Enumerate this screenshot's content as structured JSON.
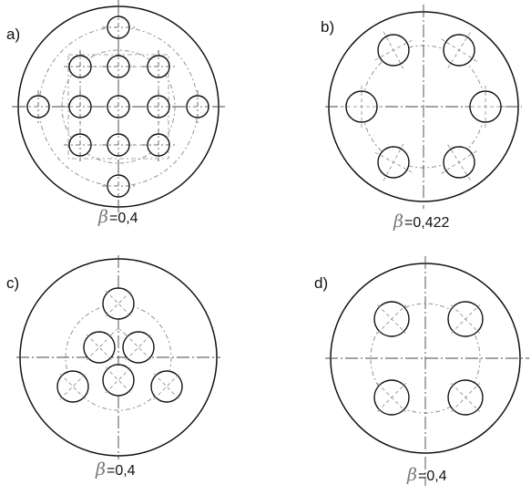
{
  "panels": [
    {
      "label": "a)",
      "beta_symbol": "β",
      "beta_value": "=0,4"
    },
    {
      "label": "b)",
      "beta_symbol": "β",
      "beta_value": "=0,422"
    },
    {
      "label": "c)",
      "beta_symbol": "β",
      "beta_value": "=0,4"
    },
    {
      "label": "d)",
      "beta_symbol": "β",
      "beta_value": "=0,4"
    }
  ],
  "colors": {
    "line": "#111111",
    "centerline": "#444444",
    "construction": "#888888",
    "beta": "#777777"
  }
}
